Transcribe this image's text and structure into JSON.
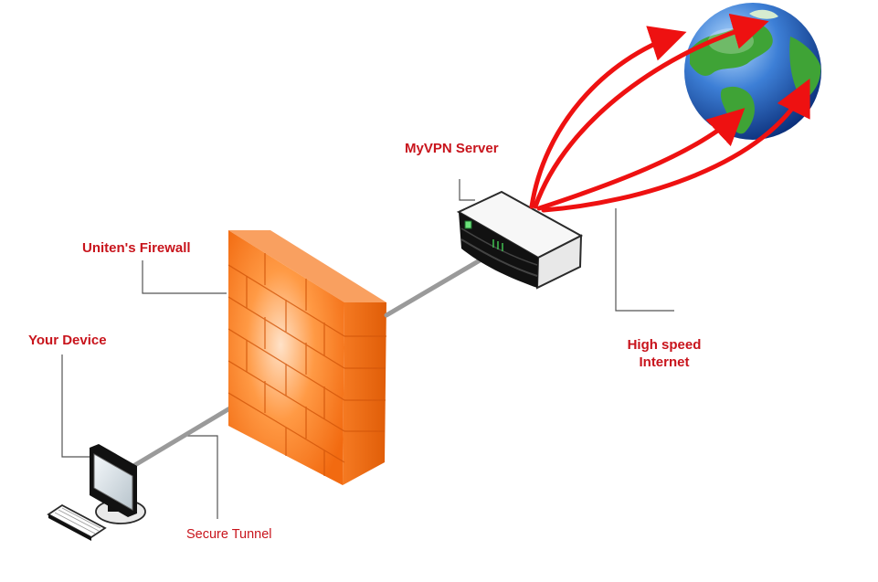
{
  "labels": {
    "your_device": "Your Device",
    "firewall": "Uniten's Firewall",
    "vpn_server": "MyVPN Server",
    "secure_tunnel": "Secure Tunnel",
    "internet_line1": "High speed",
    "internet_line2": "Internet"
  },
  "colors": {
    "label_red": "#c8141c",
    "arrow_red": "#ee1111",
    "tunnel_gray": "#9a9a9a",
    "firewall_orange": "#ff7a1a"
  }
}
